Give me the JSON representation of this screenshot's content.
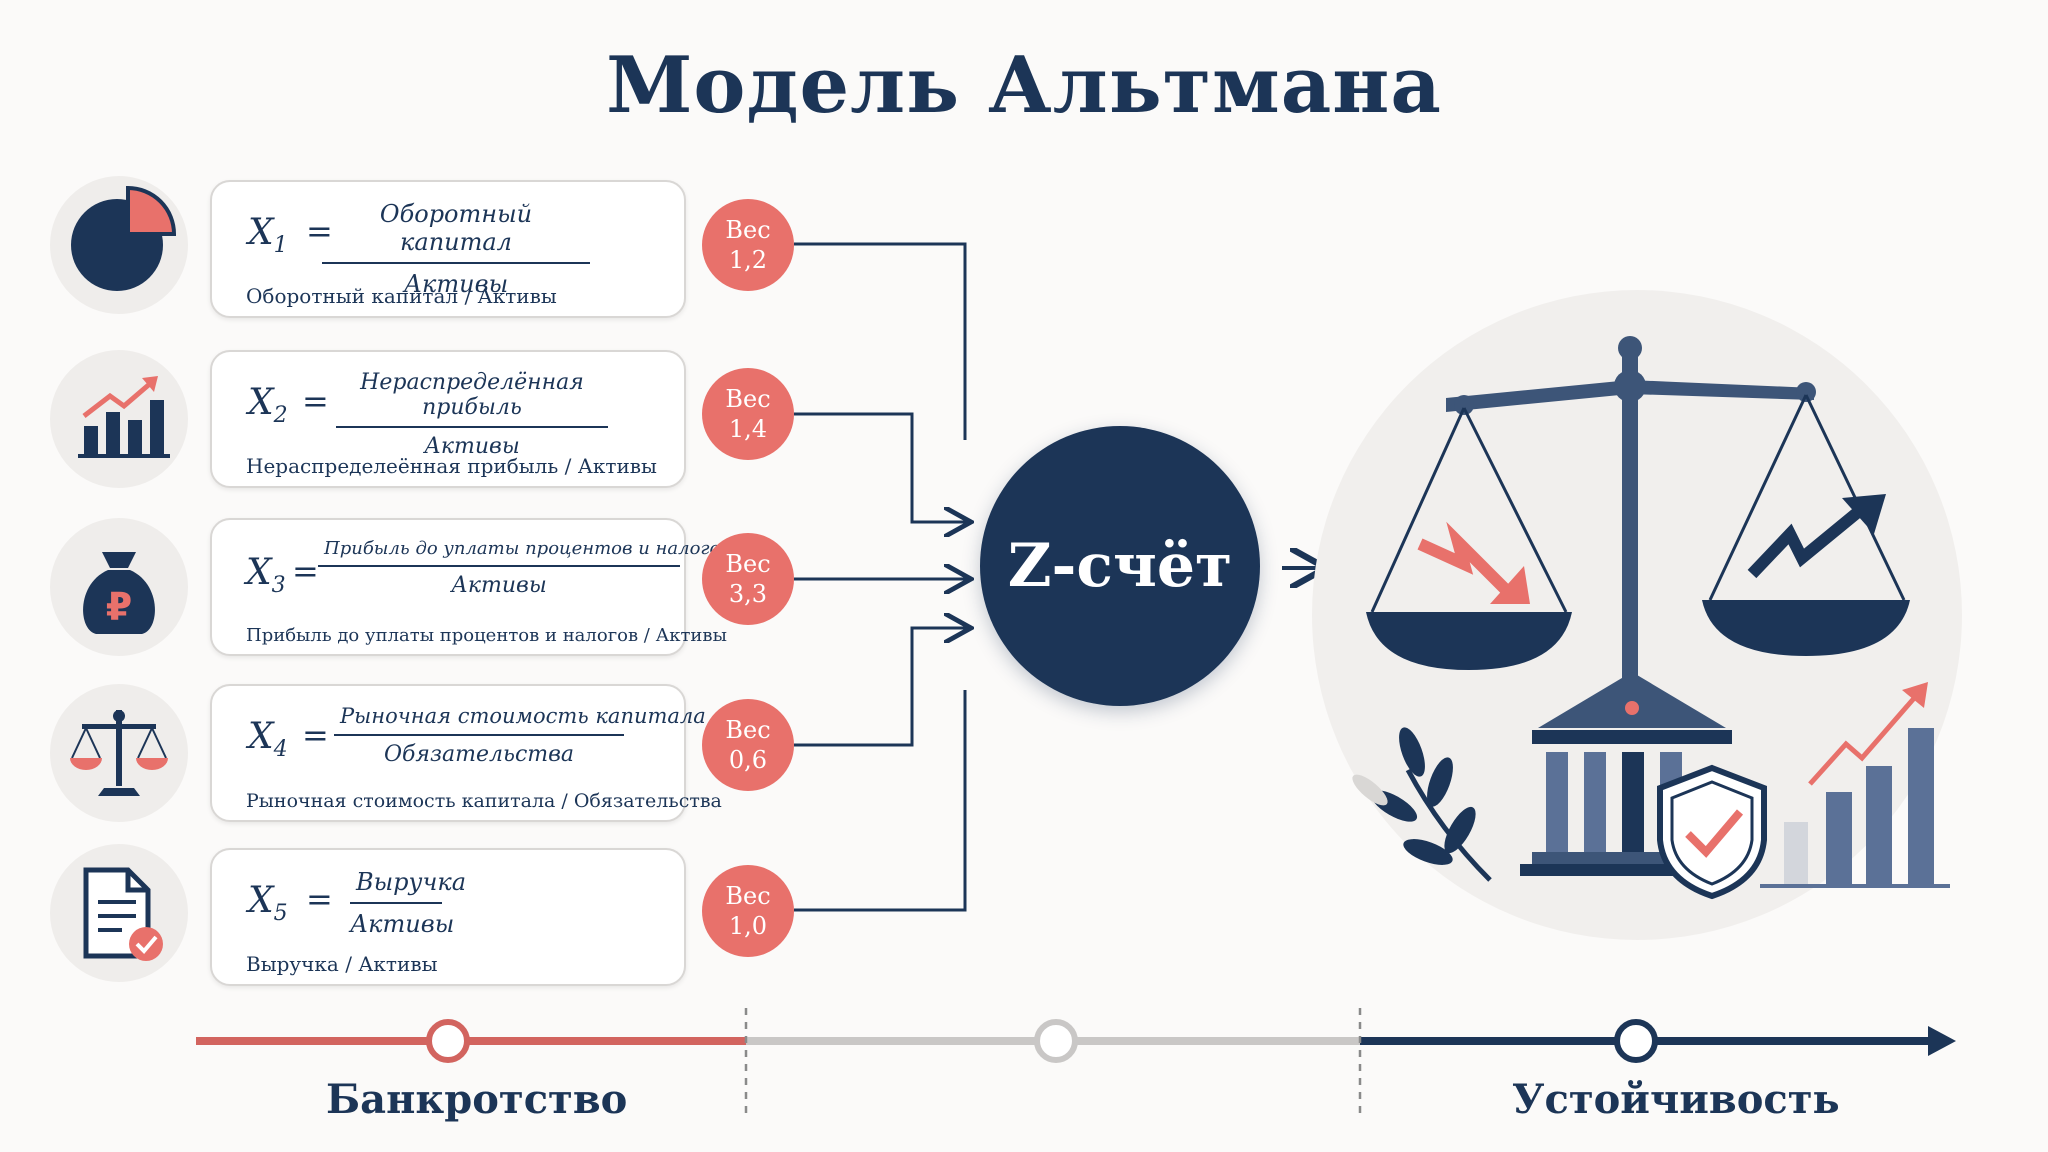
{
  "title": "Модель Альтмана",
  "factors": [
    {
      "var": "X",
      "sub": "1",
      "numerator": "Оборотный капитал",
      "denominator": "Активы",
      "caption": "Оборотный капитал / Активы",
      "weight_label": "Вес",
      "weight": "1,2",
      "icon": "pie-chart-icon"
    },
    {
      "var": "X",
      "sub": "2",
      "numerator": "Нераспределённая прибыль",
      "denominator": "Активы",
      "caption": "Нераспределеённая прибыль / Активы",
      "weight_label": "Вес",
      "weight": "1,4",
      "icon": "growth-bar-chart-icon"
    },
    {
      "var": "X",
      "sub": "3",
      "numerator": "Прибыль до уплаты процентов и налогов",
      "denominator": "Активы",
      "caption": "Прибыль до уплаты процентов и налогов / Активы",
      "weight_label": "Вес",
      "weight": "3,3",
      "icon": "ruble-money-bag-icon"
    },
    {
      "var": "X",
      "sub": "4",
      "numerator": "Рыночная стоимость капитала",
      "denominator": "Обязательства",
      "caption": "Рыночная стоимость капитала / Обязательства",
      "weight_label": "Вес",
      "weight": "0,6",
      "icon": "balance-scale-icon"
    },
    {
      "var": "X",
      "sub": "5",
      "numerator": "Выручка",
      "denominator": "Активы",
      "caption": "Выручка / Активы",
      "weight_label": "Вес",
      "weight": "1,0",
      "icon": "document-check-icon"
    }
  ],
  "eq_sign": "=",
  "z_score": "Z-счёт",
  "scale": {
    "left_label": "Банкротство",
    "right_label": "Устойчивость"
  },
  "colors": {
    "navy": "#1c3557",
    "coral": "#e8716b",
    "grey": "#c9c7c6"
  }
}
